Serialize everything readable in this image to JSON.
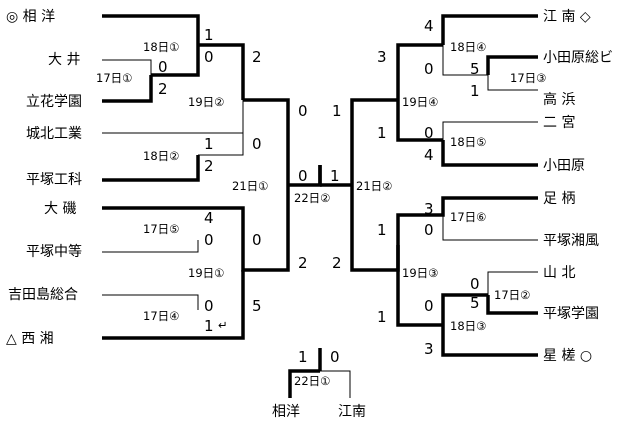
{
  "left": {
    "teams": [
      "◎ 相 洋",
      "大 井",
      "立花学園",
      "城北工業",
      "平塚工科",
      "大 磯",
      "平塚中等",
      "吉田島総合",
      "△ 西 湘"
    ],
    "dates": {
      "r1a": "17日①",
      "r1b": "17日⑤",
      "r1c": "17日④",
      "r2a": "18日①",
      "r2b": "18日②",
      "qfa": "19日②",
      "qfb": "19日①",
      "sf": "21日①"
    },
    "scores": {
      "r1a_top": "0",
      "r1a_bottom": "2",
      "r2a_top": "1",
      "r2a_bottom": "0",
      "r2b_top": "1",
      "r2b_bottom": "2",
      "r1b_top": "4",
      "r1b_bottom": "0",
      "r1c_top": "0",
      "r1c_bottom": "1",
      "qfa_top": "2",
      "qfa_bottom": "0",
      "qfb_top": "0",
      "qfb_bottom": "5",
      "sf_top": "0",
      "sf_bottom": "2",
      "final_side": "0"
    }
  },
  "right": {
    "teams": [
      "江 南 ◇",
      "小田原総ビ",
      "高 浜",
      "二 宮",
      "小田原",
      "足 柄",
      "平塚湘風",
      "山 北",
      "平塚学園",
      "星 槎 ○"
    ],
    "dates": {
      "r1a": "17日③",
      "r1b": "17日⑥",
      "r1c": "17日②",
      "r2a": "18日④",
      "r2b": "18日⑤",
      "r2c": "18日③",
      "qfa": "19日④",
      "qfb": "19日③",
      "sf": "21日②"
    },
    "scores": {
      "r1a_top": "5",
      "r1a_bottom": "1",
      "r2a_top": "4",
      "r2a_bottom": "0",
      "r2b_top": "0",
      "r2b_bottom": "4",
      "r1b_top": "3",
      "r1b_bottom": "0",
      "r1c_top": "0",
      "r1c_bottom": "5",
      "r2c_top": "0",
      "r2c_bottom": "3",
      "qfa_top": "3",
      "qfa_bottom": "1",
      "qfb_top": "1",
      "qfb_bottom": "1",
      "sf_top": "1",
      "sf_bottom": "2",
      "final_side": "1"
    }
  },
  "semifinal_final": {
    "date": "22日②"
  },
  "championship": {
    "left_score": "1",
    "right_score": "0",
    "date": "22日①",
    "left_team": "相洋",
    "right_team": "江南"
  },
  "small_mark": "↵"
}
